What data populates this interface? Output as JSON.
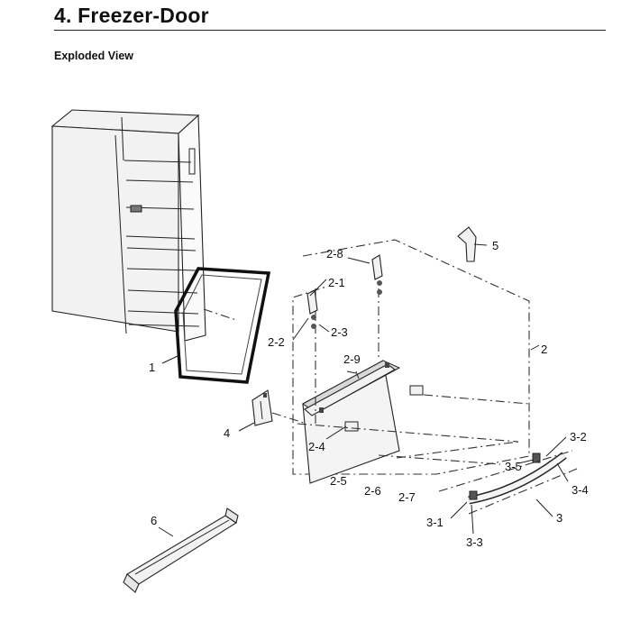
{
  "header": {
    "title": "4. Freezer-Door",
    "subtitle": "Exploded View"
  },
  "callouts": {
    "c1": "1",
    "c2": "2",
    "c2_1": "2-1",
    "c2_2": "2-2",
    "c2_3": "2-3",
    "c2_4": "2-4",
    "c2_5": "2-5",
    "c2_6": "2-6",
    "c2_7": "2-7",
    "c2_8": "2-8",
    "c2_9": "2-9",
    "c3": "3",
    "c3_1": "3-1",
    "c3_2": "3-2",
    "c3_3": "3-3",
    "c3_4": "3-4",
    "c3_5": "3-5",
    "c4": "4",
    "c5": "5",
    "c6": "6"
  }
}
